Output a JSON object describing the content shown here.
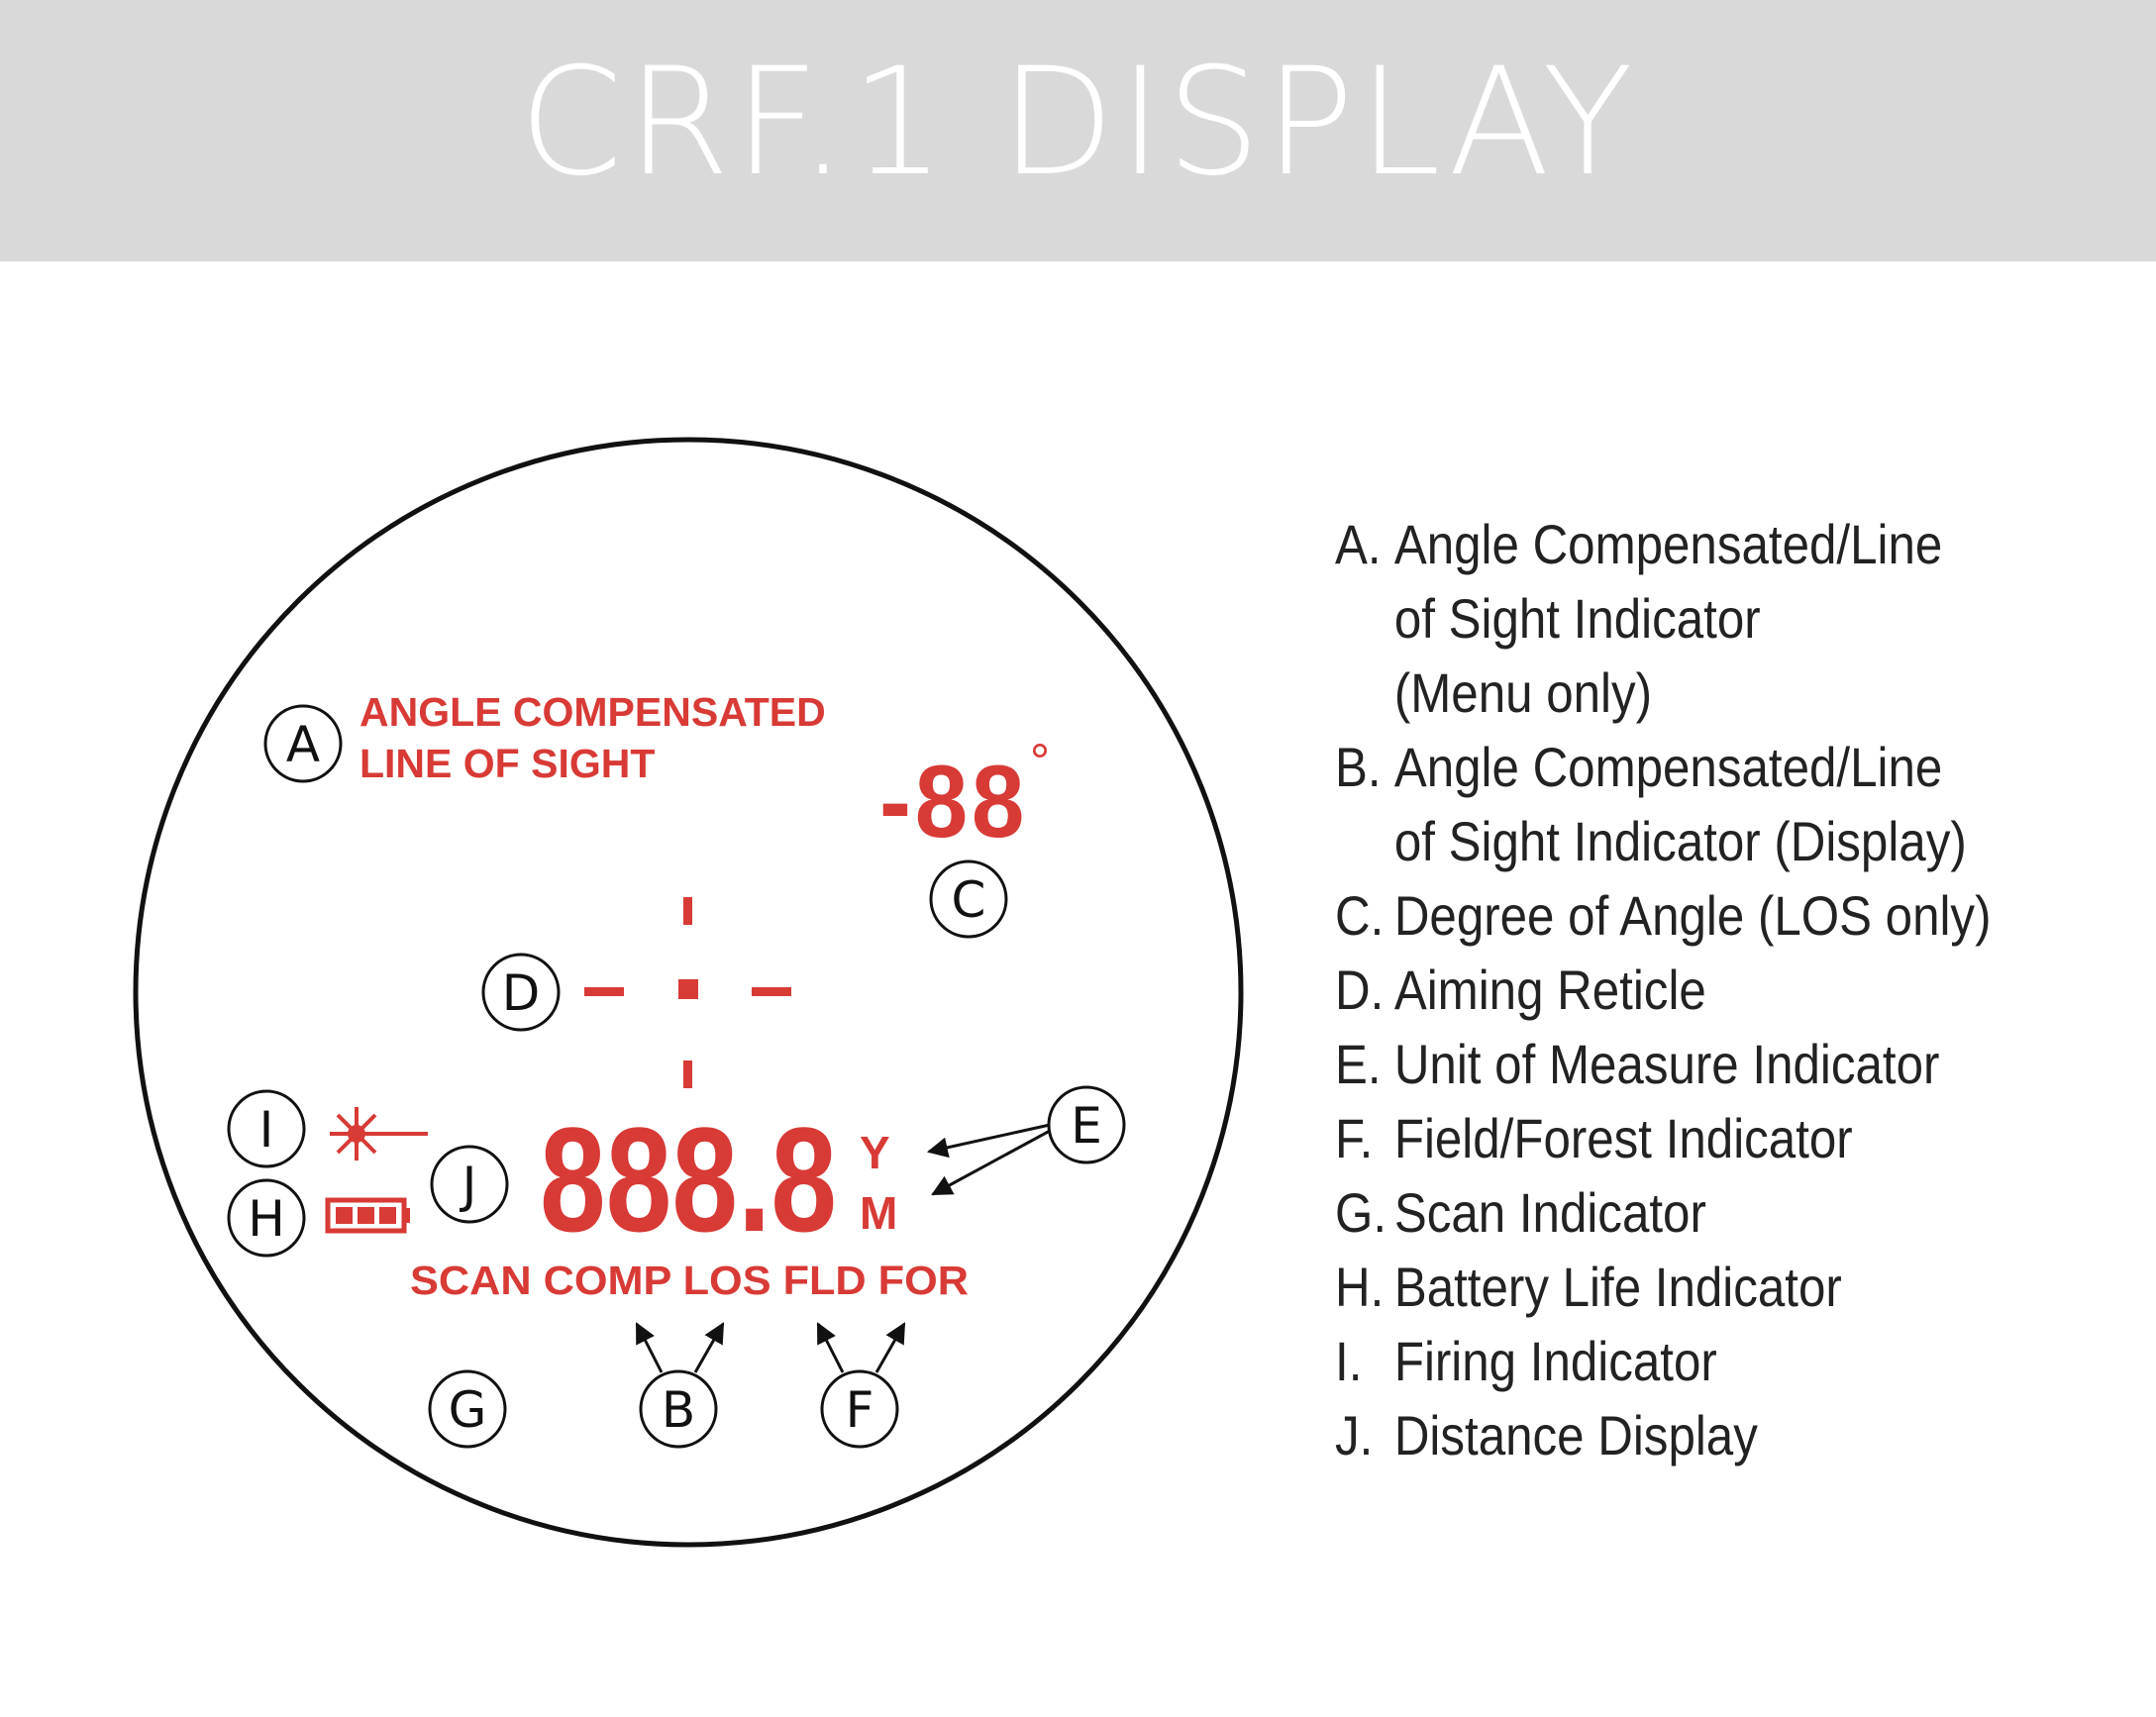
{
  "title": "CRF.1 DISPLAY",
  "colors": {
    "header_bg": "#d9d9d9",
    "title": "#ffffff",
    "lcd_red": "#d83a36",
    "line": "#111111",
    "legend_text": "#222222"
  },
  "display": {
    "angle_label_1": "ANGLE COMPENSATED",
    "angle_label_2": "LINE OF SIGHT",
    "angle_value": "-88",
    "degree_symbol": "°",
    "distance_value": "888.8",
    "unit_yards": "Y",
    "unit_meters": "M",
    "mode_labels": "SCAN COMP LOS FLD FOR",
    "firing_icon": "laser-burst-icon",
    "battery_icon": "battery-icon",
    "reticle_icon": "crosshair-reticle-icon"
  },
  "callouts": {
    "a": "A",
    "b": "B",
    "c": "C",
    "d": "D",
    "e": "E",
    "f": "F",
    "g": "G",
    "h": "H",
    "i": "I",
    "j": "J"
  },
  "legend": [
    {
      "key": "A.",
      "text": "Angle Compensated/Line\nof Sight Indicator\n(Menu only)"
    },
    {
      "key": "B.",
      "text": "Angle Compensated/Line\nof Sight Indicator (Display)"
    },
    {
      "key": "C.",
      "text": "Degree of Angle (LOS only)"
    },
    {
      "key": "D.",
      "text": "Aiming Reticle"
    },
    {
      "key": "E.",
      "text": "Unit of Measure Indicator"
    },
    {
      "key": "F.",
      "text": "Field/Forest Indicator"
    },
    {
      "key": "G.",
      "text": "Scan Indicator"
    },
    {
      "key": "H.",
      "text": "Battery Life Indicator"
    },
    {
      "key": "I.",
      "text": "Firing Indicator"
    },
    {
      "key": "J.",
      "text": "Distance Display"
    }
  ]
}
